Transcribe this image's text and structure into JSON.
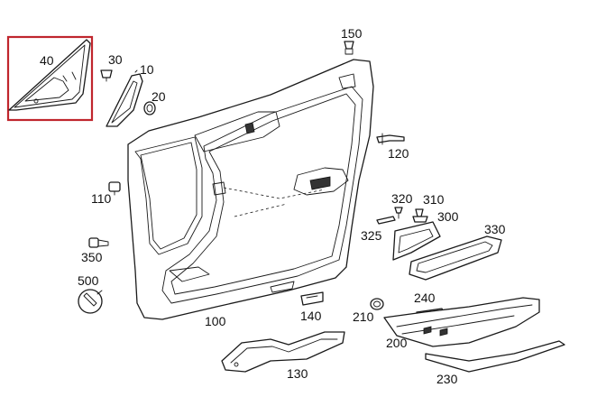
{
  "diagram": {
    "highlight_color": "#c0262d",
    "line_color": "#1a1a1a",
    "highlighted_part": "40",
    "parts": [
      {
        "id": "mirror-triangle-trim",
        "label": "40"
      },
      {
        "id": "triangle-cover",
        "label": "10"
      },
      {
        "id": "clip-30",
        "label": "30"
      },
      {
        "id": "tweeter-grille",
        "label": "20"
      },
      {
        "id": "clip-150",
        "label": "150"
      },
      {
        "id": "door-panel",
        "label": "100"
      },
      {
        "id": "grommet-110",
        "label": "110"
      },
      {
        "id": "screw-350",
        "label": "350"
      },
      {
        "id": "tool-500",
        "label": "500"
      },
      {
        "id": "bracket-120",
        "label": "120"
      },
      {
        "id": "screw-320",
        "label": "320"
      },
      {
        "id": "clip-310",
        "label": "310"
      },
      {
        "id": "clip-300",
        "label": "300"
      },
      {
        "id": "clip-325",
        "label": "325"
      },
      {
        "id": "handle-bezel",
        "label": "330"
      },
      {
        "id": "light-140",
        "label": "140"
      },
      {
        "id": "clip-210",
        "label": "210"
      },
      {
        "id": "switch-240",
        "label": "240"
      },
      {
        "id": "armrest",
        "label": "200"
      },
      {
        "id": "armrest-strip",
        "label": "230"
      },
      {
        "id": "lower-pocket",
        "label": "130"
      }
    ]
  }
}
